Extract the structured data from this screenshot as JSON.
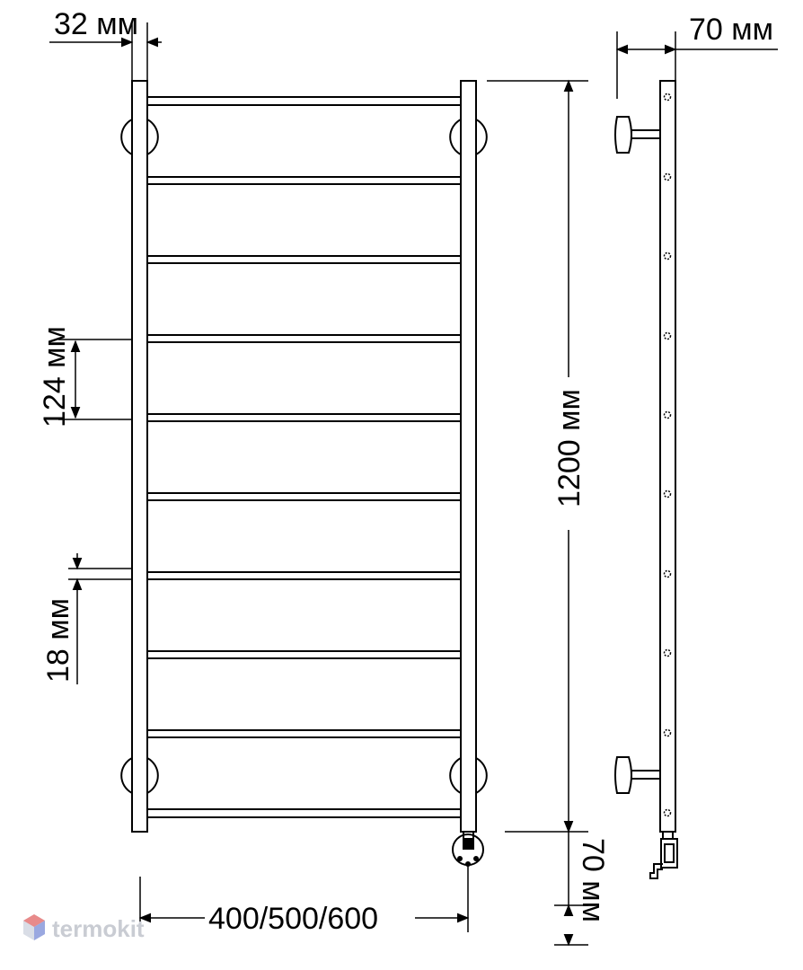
{
  "dimensions": {
    "tube_diameter": "32 мм",
    "wall_offset": "70 мм",
    "height": "1200 мм",
    "rung_spacing": "124 мм",
    "rung_thickness": "18 мм",
    "width_options": "400/500/600",
    "heater_offset": "70 мм"
  },
  "branding": {
    "logo_text": "termokit"
  },
  "colors": {
    "line": "#000000",
    "background": "#ffffff",
    "logo_gray": "#c9ccd3",
    "logo_red": "#e88a8a",
    "logo_blue": "#9aa8e0"
  }
}
